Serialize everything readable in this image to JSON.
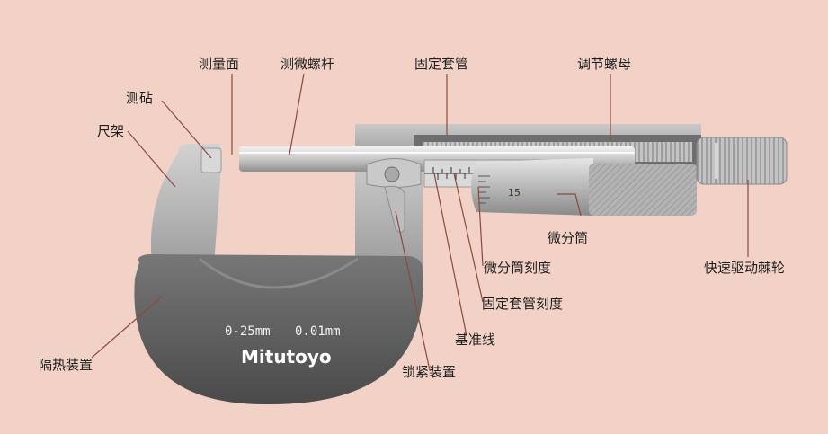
{
  "labels": {
    "measuring_face": "测量面",
    "spindle": "测微螺杆",
    "sleeve": "固定套管",
    "adjusting_nut": "调节螺母",
    "anvil": "测砧",
    "frame": "尺架",
    "thimble": "微分筒",
    "ratchet": "快速驱动棘轮",
    "thimble_scale": "微分筒刻度",
    "sleeve_scale": "固定套管刻度",
    "index_line": "基准线",
    "heat_insulator": "隔热装置",
    "lock": "锁紧装置"
  },
  "instrument": {
    "range": "0-25mm",
    "resolution": "0.01mm",
    "brand": "Mitutoyo",
    "thimble_number": "15"
  },
  "colors": {
    "background": "#f2d2c6",
    "leader_line": "#8a4a3a",
    "body_metal": "#b9b9b9",
    "insulator": "#5f5f5f"
  }
}
